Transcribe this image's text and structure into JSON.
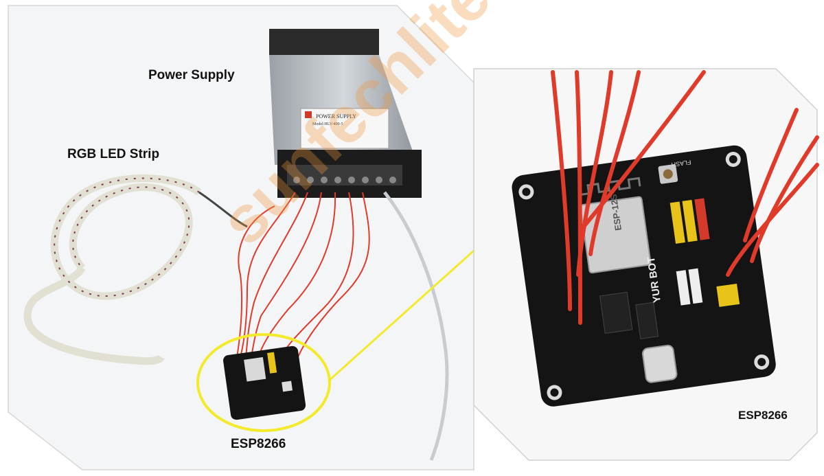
{
  "labels": {
    "power_supply": "Power Supply",
    "rgb_led_strip": "RGB LED Strip",
    "esp_main": "ESP8266",
    "esp_detail": "ESP8266"
  },
  "psu_sticker": {
    "title": "POWER SUPPLY",
    "model": "Model:HLV-400-5"
  },
  "module_text": {
    "chip": "ESP-12S",
    "brand": "YUR BOT",
    "button": "FLASH"
  },
  "watermark": "sunfechlite.com",
  "colors": {
    "wire": "#e03a2a",
    "pcb": "#141414",
    "callout": "#f2ea2a",
    "psu_body": "#bfc3c8"
  }
}
